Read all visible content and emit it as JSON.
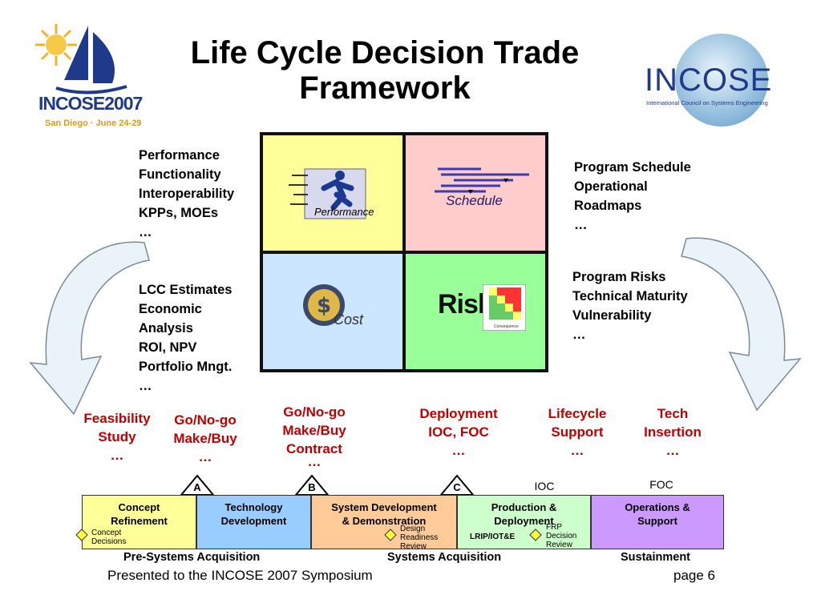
{
  "title": "Life Cycle Decision Trade Framework",
  "logos": {
    "left_text_1": "INCOSE2007",
    "left_text_2": "San Diego · June 24-29",
    "right_text_1": "INCOSE",
    "right_text_2": "International Council on Systems Engineering"
  },
  "quadrants": {
    "performance": "Performance",
    "schedule": "Schedule",
    "cost": "Cost",
    "risk": "Risk",
    "risk_axis": "Consequence"
  },
  "left_top_list": [
    "Performance",
    "Functionality",
    "Interoperability",
    "KPPs, MOEs",
    "…"
  ],
  "left_bottom_list": [
    "LCC Estimates",
    "Economic",
    "Analysis",
    "ROI, NPV",
    "Portfolio Mngt.",
    "…"
  ],
  "right_top_list": [
    "Program Schedule",
    "Operational",
    "Roadmaps",
    "…"
  ],
  "right_bottom_list": [
    "Program Risks",
    "Technical Maturity",
    "Vulnerability",
    "…"
  ],
  "decisions": [
    [
      "Feasibility",
      "Study",
      "…"
    ],
    [
      "Go/No-go",
      "Make/Buy",
      "…"
    ],
    [
      "Go/No-go",
      "Make/Buy",
      "Contract",
      "…"
    ],
    [
      "Deployment",
      "IOC, FOC",
      "…"
    ],
    [
      "Lifecycle",
      "Support",
      "…"
    ],
    [
      "Tech",
      "Insertion",
      "…"
    ]
  ],
  "milestones": {
    "a": "A",
    "b": "B",
    "c": "C",
    "ioc": "IOC",
    "foc": "FOC"
  },
  "phases": [
    {
      "line1": "Concept",
      "line2": "Refinement",
      "color": "#ffff99"
    },
    {
      "line1": "Technology",
      "line2": "Development",
      "color": "#99ccff"
    },
    {
      "line1": "System Development",
      "line2": "& Demonstration",
      "color": "#ffcc99"
    },
    {
      "line1": "Production &",
      "line2": "Deployment",
      "color": "#ccffcc"
    },
    {
      "line1": "Operations &",
      "line2": "Support",
      "color": "#cc99ff"
    }
  ],
  "phase_notes": {
    "concept_decisions": [
      "Concept",
      "Decisions"
    ],
    "design_review": [
      "Design",
      "Readiness",
      "Review"
    ],
    "lrip": "LRIP/IOT&E",
    "frp_review": [
      "FRP",
      "Decision",
      "Review"
    ]
  },
  "acquisition": {
    "pre": "Pre-Systems Acquisition",
    "systems": "Systems Acquisition",
    "sustainment": "Sustainment"
  },
  "footer": {
    "left": "Presented to the INCOSE 2007 Symposium",
    "right": "page 6"
  },
  "colors": {
    "quad_performance": "#ffff99",
    "quad_schedule": "#ffcccc",
    "quad_cost": "#cce6ff",
    "quad_risk": "#99ff99",
    "red_text": "#c00000",
    "incose_blue": "#1f3a8a",
    "incose_gold": "#d99b20"
  }
}
